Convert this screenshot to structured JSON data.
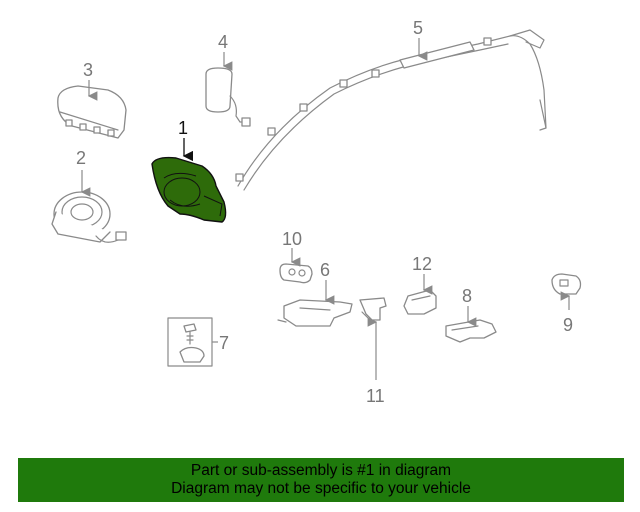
{
  "callouts": {
    "c1": "1",
    "c2": "2",
    "c3": "3",
    "c4": "4",
    "c5": "5",
    "c6": "6",
    "c7": "7",
    "c8": "8",
    "c9": "9",
    "c10": "10",
    "c11": "11",
    "c12": "12"
  },
  "highlight_color": "#2e6b0a",
  "footer": {
    "line1": "Part or sub-assembly is #1 in diagram",
    "line2": "Diagram may not be specific to your vehicle",
    "background": "#1f7a0c"
  }
}
